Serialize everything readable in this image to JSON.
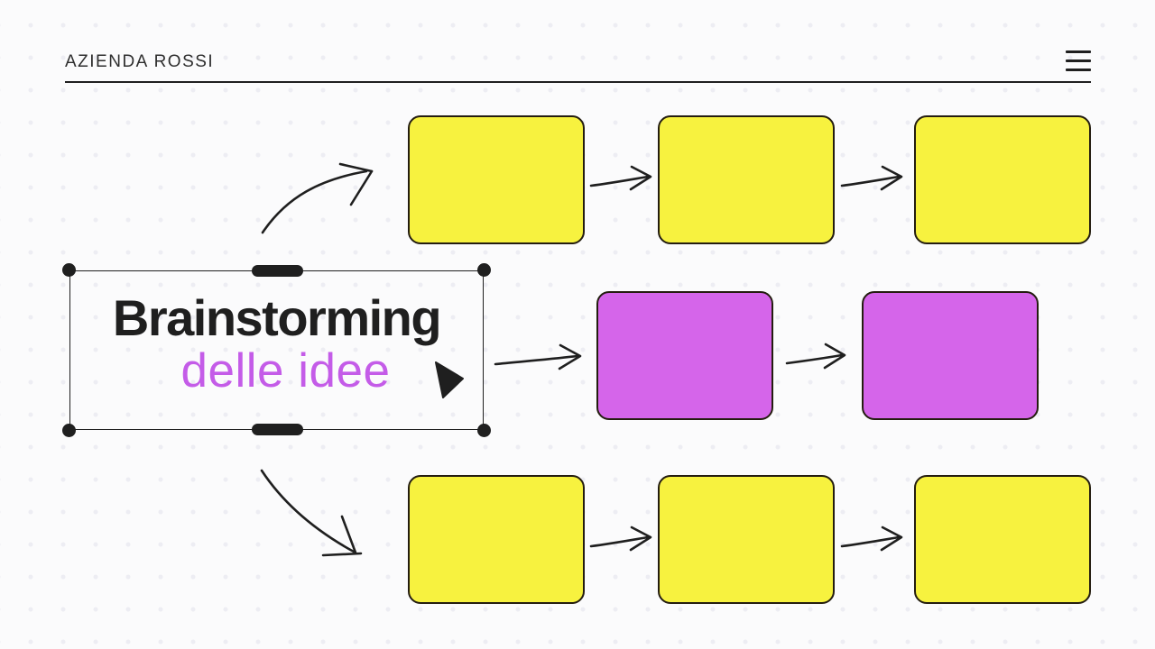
{
  "header": {
    "title": "AZIENDA ROSSI",
    "menu_icon": "hamburger-menu"
  },
  "canvas": {
    "selected_text_element": {
      "line1": "Brainstorming",
      "line2": "delle idee",
      "selected": true,
      "handles": [
        "top-left",
        "top-right",
        "bottom-left",
        "bottom-right",
        "top-center",
        "bottom-center"
      ]
    },
    "note_rows": [
      {
        "position": "top",
        "color": "yellow",
        "note_count": 3,
        "connected_by_arrows": true
      },
      {
        "position": "middle",
        "color": "purple",
        "note_count": 2,
        "connected_by_arrows": true
      },
      {
        "position": "bottom",
        "color": "yellow",
        "note_count": 3,
        "connected_by_arrows": true
      }
    ],
    "curved_arrows": [
      {
        "from": "selected-text-element",
        "to": "top-row"
      },
      {
        "from": "selected-text-element",
        "to": "middle-row"
      },
      {
        "from": "selected-text-element",
        "to": "bottom-row"
      }
    ]
  },
  "colors": {
    "background": "#fbfbfc",
    "dot-grid": "#ededf3",
    "ink": "#1f1f1f",
    "header-text": "#2e2e2e",
    "note-yellow": "#f7f23f",
    "note-purple": "#d565ea",
    "note-border": "#241d10",
    "accent-purple": "#c45ce8"
  }
}
